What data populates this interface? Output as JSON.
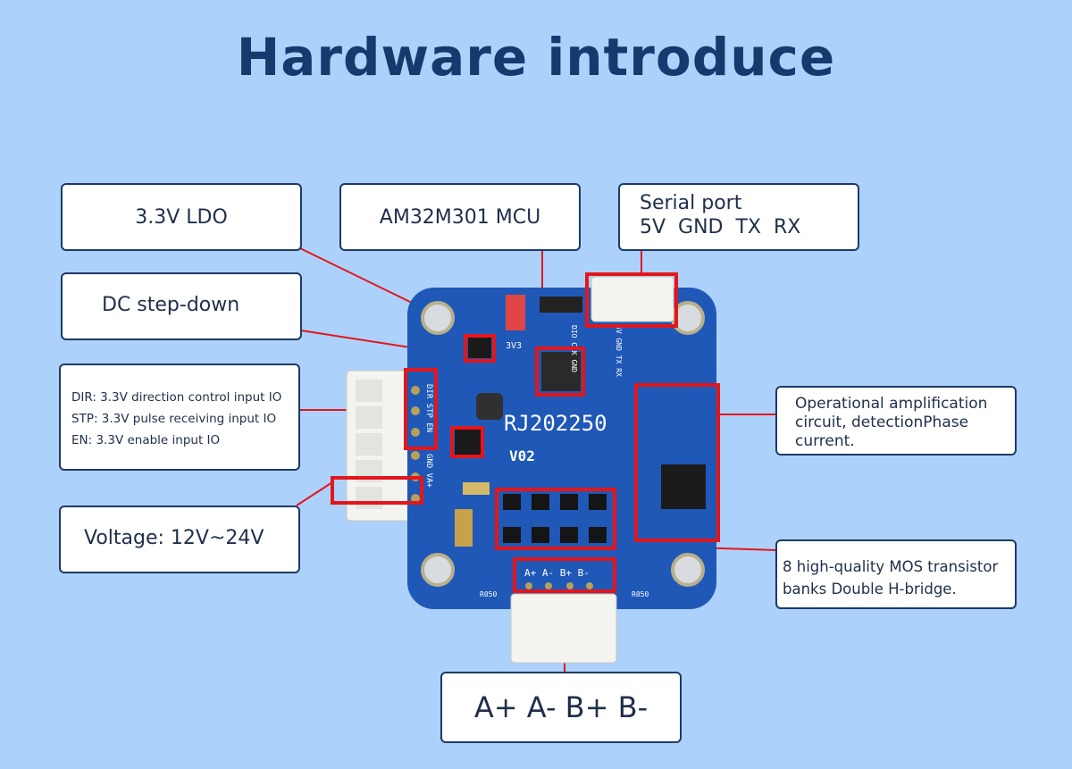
{
  "title": "Hardware introduce",
  "labels": {
    "ldo": "3.3V LDO",
    "mcu": "AM32M301 MCU",
    "serial_line1": "Serial port",
    "serial_line2": "5V  GND  TX  RX",
    "dcdc": "DC step-down",
    "io_dir": "DIR: 3.3V direction control input IO",
    "io_stp": "STP: 3.3V pulse receiving input IO",
    "io_en": "EN: 3.3V enable input IO",
    "voltage": "Voltage: 12V~24V",
    "opamp_line1": "Operational amplification",
    "opamp_line2": "circuit, detectionPhase",
    "opamp_line3": "current.",
    "mos_line1": "8 high-quality MOS transistor",
    "mos_line2": "banks Double H-bridge.",
    "motor": "A+ A- B+ B-"
  },
  "board": {
    "name": "RJ202250",
    "version": "V02",
    "pins_motor": "A+ A- B+ B-",
    "pins_left": "DIR STP EN",
    "pins_left2": "GND VA+",
    "pins_top": "DIO CLK GND",
    "pins_serial": "5V GND TX RX",
    "tag_3v3": "3V3",
    "tag_r050_left": "R050",
    "tag_r050_right": "R050"
  },
  "colors": {
    "background": "#acd1fb",
    "pcb": "#1f58b7",
    "highlight": "#e3161b",
    "box_border": "#1e3a66",
    "title": "#163a6e"
  }
}
